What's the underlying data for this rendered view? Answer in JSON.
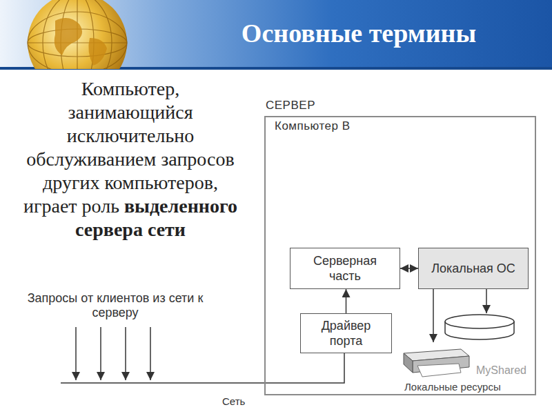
{
  "diagram": {
    "title": "Основные термины",
    "nodes": [
      {
        "text": [
          "СЕРВЕР",
          "Компьютер В"
        ]
      },
      {
        "text": [
          "Серверная часть"
        ],
        "in": 0
      },
      {
        "text": [
          "Локальная ОС"
        ],
        "in": 0
      },
      {
        "text": [
          "Драйвер порта"
        ],
        "in": 0
      }
    ],
    "edges": [
      {
        "from": 3,
        "to": 1,
        "arrow": "to"
      },
      {
        "from": 1,
        "to": 2,
        "arrow": "both"
      }
    ],
    "labels": [
      "Компьютер, занимающийся исключительно обслуживанием запросов других компьютеров, играет роль",
      "выделенного сервера сети",
      "Запросы от клиентов из сети к серверу",
      "Сеть",
      "Локальные ресурсы",
      "MyShared"
    ]
  }
}
